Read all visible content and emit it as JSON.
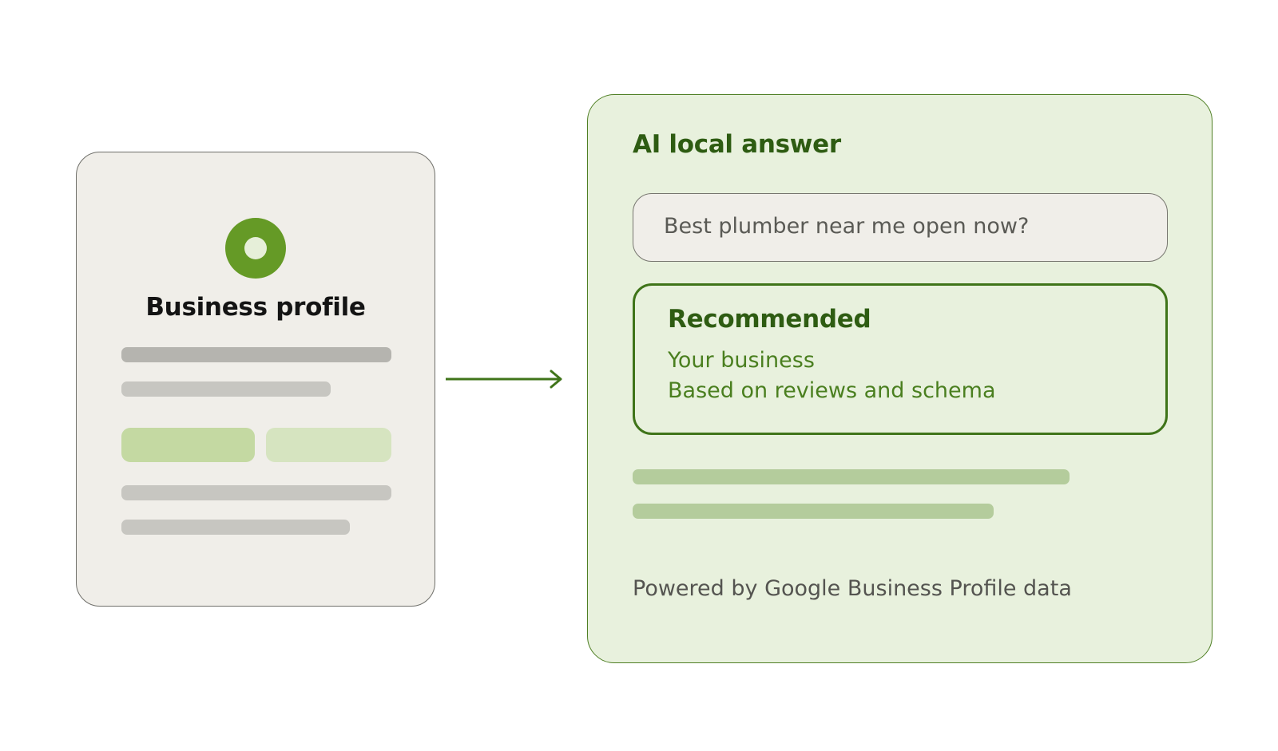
{
  "profile_card": {
    "title": "Business profile"
  },
  "answer_panel": {
    "title": "AI local answer",
    "query": "Best plumber near me open now?",
    "result": {
      "heading": "Recommended",
      "line1": "Your business",
      "line2": "Based on reviews and schema"
    },
    "footer": "Powered by Google Business Profile data"
  },
  "colors": {
    "brand_green": "#659a26",
    "dark_green": "#2e5c12",
    "panel_green": "#e8f1dd",
    "card_beige": "#f0eee9"
  },
  "icons": {
    "profile": "location-pin-icon",
    "connector": "arrow-right-icon"
  }
}
